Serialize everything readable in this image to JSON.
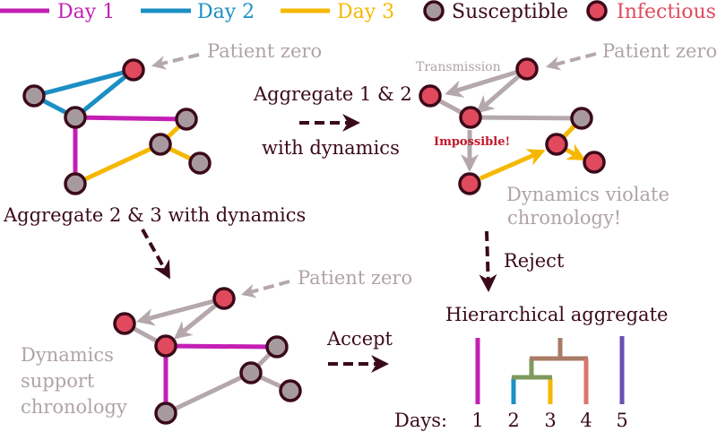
{
  "legend": {
    "day1": {
      "label": "Day 1",
      "color": "#c41fb5"
    },
    "day2": {
      "label": "Day 2",
      "color": "#1b8fc4"
    },
    "day3": {
      "label": "Day 3",
      "color": "#f5b800"
    },
    "susceptible": {
      "label": "Susceptible",
      "color": "#a79a9f"
    },
    "infectious": {
      "label": "Infectious",
      "color": "#e04a5c"
    }
  },
  "colors": {
    "node_stroke": "#3b0a1a",
    "arrow_dark": "#3b0a1a",
    "grey_text": "#b0a3a8",
    "grey_edge": "#b4a8ad",
    "impossible": "#c0182b",
    "tree_green": "#7f9a5e",
    "tree_brown": "#a87c65",
    "tree_salmon": "#d7776c",
    "day5": "#6a50b5"
  },
  "panel_top_left": {
    "patient_zero": "Patient zero"
  },
  "panel_top_right": {
    "patient_zero": "Patient zero",
    "transmission": "Transmission",
    "impossible": "Impossible!",
    "note_line1": "Dynamics violate",
    "note_line2": "chronology!"
  },
  "arrow_agg12": {
    "line1": "Aggregate 1 & 2",
    "line2": "with dynamics"
  },
  "arrow_agg23": {
    "label": "Aggregate 2 & 3 with dynamics"
  },
  "arrow_reject": {
    "label": "Reject"
  },
  "panel_bottom_left": {
    "patient_zero": "Patient zero",
    "note_line1": "Dynamics",
    "note_line2": "support",
    "note_line3": "chronology"
  },
  "arrow_accept": {
    "label": "Accept"
  },
  "hierarchical": {
    "title": "Hierarchical aggregate",
    "days_label": "Days:",
    "days": [
      "1",
      "2",
      "3",
      "4",
      "5"
    ]
  }
}
